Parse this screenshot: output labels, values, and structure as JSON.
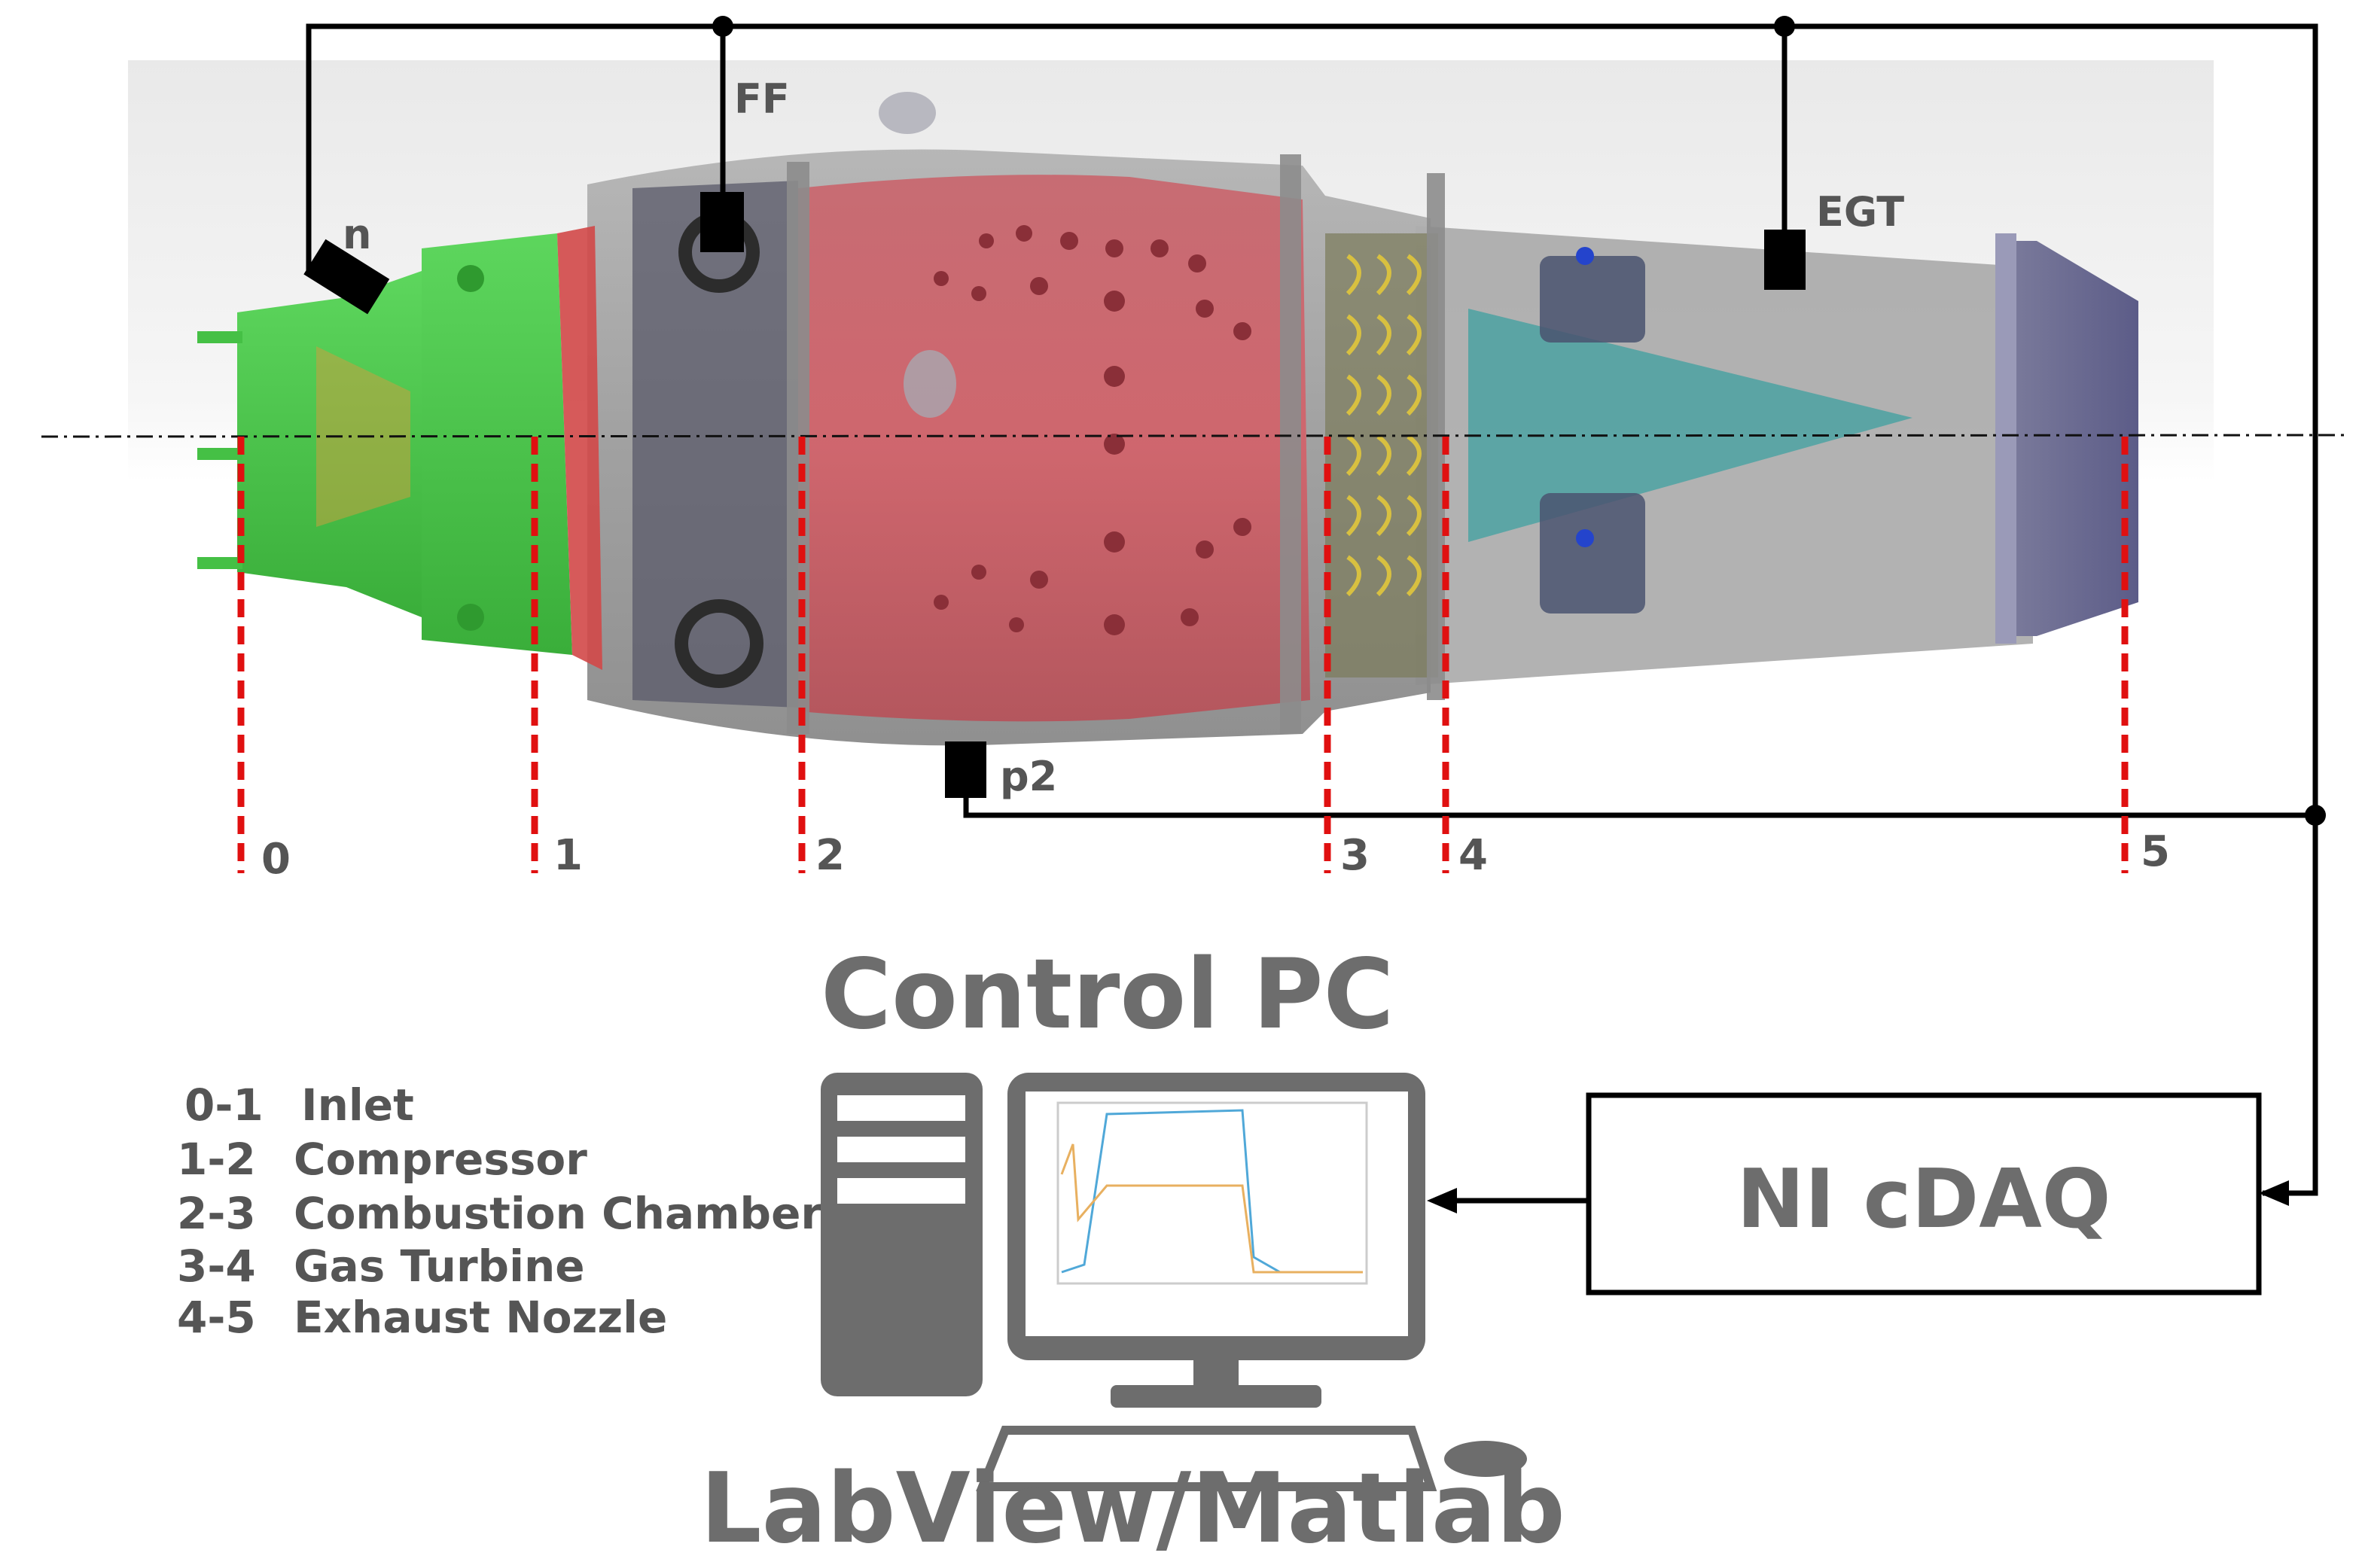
{
  "sensors": {
    "speed": "n",
    "fuel_flow": "FF",
    "exhaust_gas_temp": "EGT",
    "compressor_pressure": "p2"
  },
  "stations": [
    "0",
    "1",
    "2",
    "3",
    "4",
    "5"
  ],
  "legend": [
    {
      "range": "0-1",
      "name": "Inlet"
    },
    {
      "range": "1-2",
      "name": "Compressor"
    },
    {
      "range": "2-3",
      "name": "Combustion Chamber"
    },
    {
      "range": "3-4",
      "name": "Gas Turbine"
    },
    {
      "range": "4-5",
      "name": "Exhaust Nozzle"
    }
  ],
  "control_pc": {
    "title": "Control PC",
    "software": "LabView/Matlab"
  },
  "daq": {
    "label": "NI cDAQ"
  },
  "colors": {
    "inlet": "#4cc94c",
    "combustor": "#d8545c",
    "casing": "#9a9a9a",
    "nozzle": "#6f6f9a",
    "station_lines": "#e01010",
    "wiring": "#000000",
    "text": "#6d6d6d"
  }
}
